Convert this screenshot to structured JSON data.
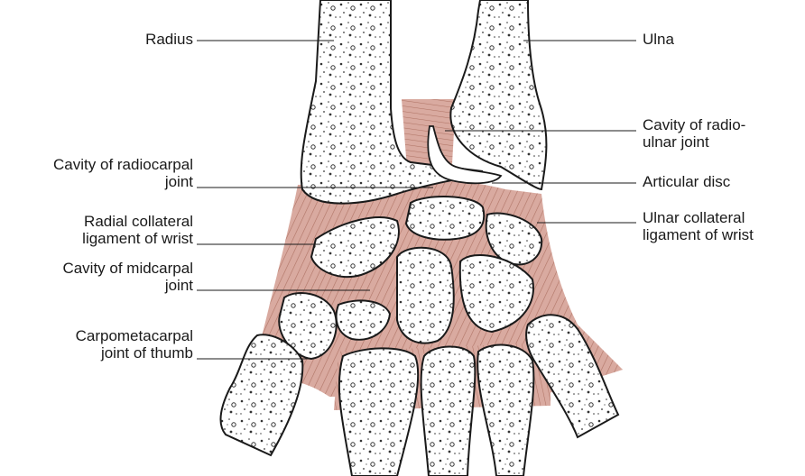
{
  "labels_left": {
    "radius": [
      "Radius"
    ],
    "radiocarpal": [
      "Cavity of radiocarpal",
      "joint"
    ],
    "radial_collateral": [
      "Radial collateral",
      "ligament of wrist"
    ],
    "midcarpal": [
      "Cavity of midcarpal",
      "joint"
    ],
    "cmc_thumb": [
      "Carpometacarpal",
      "joint of thumb"
    ]
  },
  "labels_right": {
    "ulna": [
      "Ulna"
    ],
    "radioulnar": [
      "Cavity of radio-",
      "ulnar joint"
    ],
    "articular_disc": [
      "Articular disc"
    ],
    "ulnar_collateral": [
      "Ulnar collateral",
      "ligament of wrist"
    ]
  },
  "colors": {
    "ligament": "#d9aaa0",
    "ligament_stripe": "#b07466",
    "bone_outline": "#1a1a1a",
    "bone_fill": "#ffffff",
    "leader": "#1a1a1a"
  }
}
